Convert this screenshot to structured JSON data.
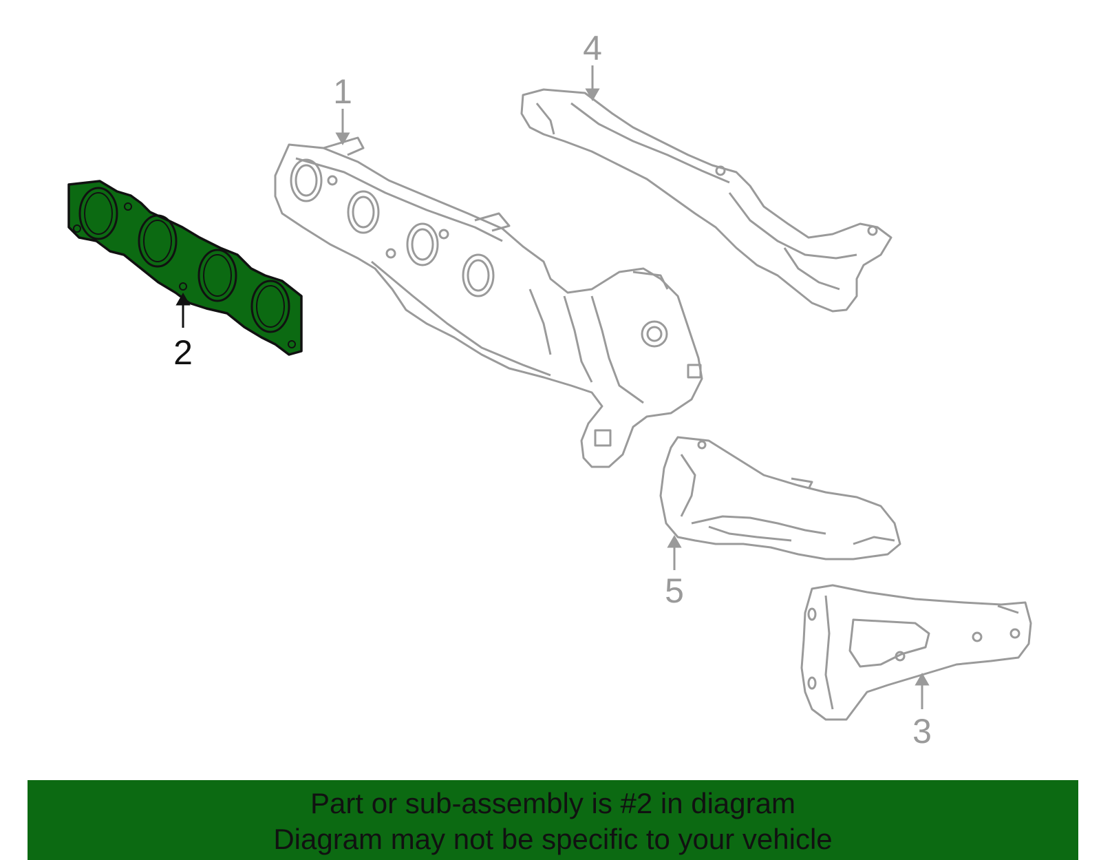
{
  "callouts": {
    "part1": "1",
    "part2": "2",
    "part3": "3",
    "part4": "4",
    "part5": "5"
  },
  "banner": {
    "line1": "Part or sub-assembly is #2 in diagram",
    "line2": "Diagram may not be specific to your vehicle"
  },
  "colors": {
    "highlight": "#0c6a12",
    "outline": "#9a9a9a",
    "banner": "#0c6a12"
  }
}
